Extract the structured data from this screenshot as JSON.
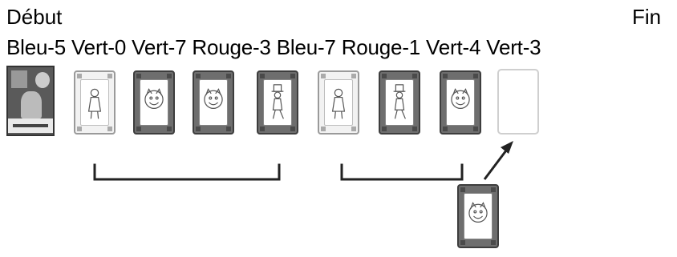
{
  "labels": {
    "start": "Début",
    "end": "Fin",
    "sequence": "Bleu-5 Vert-0 Vert-7 Rouge-3 Bleu-7 Rouge-1 Vert-4 Vert-3"
  },
  "sequence_cards": [
    {
      "tone": "light",
      "figure": "alice-figure"
    },
    {
      "tone": "dark",
      "figure": "cat-figure"
    },
    {
      "tone": "dark",
      "figure": "cat-figure"
    },
    {
      "tone": "dark",
      "figure": "hatter-figure"
    },
    {
      "tone": "light",
      "figure": "alice-figure"
    },
    {
      "tone": "dark",
      "figure": "hatter-figure"
    },
    {
      "tone": "dark",
      "figure": "cat-figure"
    }
  ],
  "drawn_card": {
    "tone": "dark",
    "figure": "cat-figure"
  },
  "colors": {
    "dark_card": "#6e6e6e",
    "light_card": "#f2f2f2",
    "line": "#222222"
  }
}
